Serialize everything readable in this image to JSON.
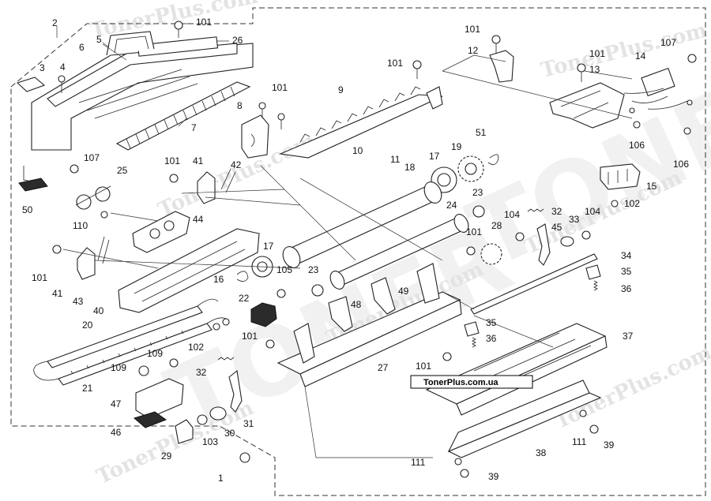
{
  "watermarks": {
    "brand": "TonerPlus.com",
    "big": "TONER"
  },
  "badge": "TonerPlus.com.ua",
  "callouts": [
    {
      "id": "c2",
      "text": "2"
    },
    {
      "id": "c3",
      "text": "3"
    },
    {
      "id": "c4",
      "text": "4"
    },
    {
      "id": "c5",
      "text": "5"
    },
    {
      "id": "c6",
      "text": "6"
    },
    {
      "id": "c101a",
      "text": "101"
    },
    {
      "id": "c26",
      "text": "26"
    },
    {
      "id": "c7",
      "text": "7"
    },
    {
      "id": "c8",
      "text": "8"
    },
    {
      "id": "c101b",
      "text": "101"
    },
    {
      "id": "c9",
      "text": "9"
    },
    {
      "id": "c101c",
      "text": "101"
    },
    {
      "id": "c101d",
      "text": "101"
    },
    {
      "id": "c12",
      "text": "12"
    },
    {
      "id": "c101e",
      "text": "101"
    },
    {
      "id": "c13",
      "text": "13"
    },
    {
      "id": "c14",
      "text": "14"
    },
    {
      "id": "c107a",
      "text": "107"
    },
    {
      "id": "c10",
      "text": "10"
    },
    {
      "id": "c11",
      "text": "11"
    },
    {
      "id": "c18",
      "text": "18"
    },
    {
      "id": "c17a",
      "text": "17"
    },
    {
      "id": "c19",
      "text": "19"
    },
    {
      "id": "c51",
      "text": "51"
    },
    {
      "id": "c106a",
      "text": "106"
    },
    {
      "id": "c106b",
      "text": "106"
    },
    {
      "id": "c15",
      "text": "15"
    },
    {
      "id": "c102a",
      "text": "102"
    },
    {
      "id": "c107b",
      "text": "107"
    },
    {
      "id": "c25",
      "text": "25"
    },
    {
      "id": "c101f",
      "text": "101"
    },
    {
      "id": "c41a",
      "text": "41"
    },
    {
      "id": "c42",
      "text": "42"
    },
    {
      "id": "c50",
      "text": "50"
    },
    {
      "id": "c110",
      "text": "110"
    },
    {
      "id": "c44",
      "text": "44"
    },
    {
      "id": "c23a",
      "text": "23"
    },
    {
      "id": "c24",
      "text": "24"
    },
    {
      "id": "c104a",
      "text": "104"
    },
    {
      "id": "c32a",
      "text": "32"
    },
    {
      "id": "c28",
      "text": "28"
    },
    {
      "id": "c33",
      "text": "33"
    },
    {
      "id": "c104b",
      "text": "104"
    },
    {
      "id": "c45",
      "text": "45"
    },
    {
      "id": "c101g",
      "text": "101"
    },
    {
      "id": "c34",
      "text": "34"
    },
    {
      "id": "c35a",
      "text": "35"
    },
    {
      "id": "c36a",
      "text": "36"
    },
    {
      "id": "c101h",
      "text": "101"
    },
    {
      "id": "c41b",
      "text": "41"
    },
    {
      "id": "c43",
      "text": "43"
    },
    {
      "id": "c40",
      "text": "40"
    },
    {
      "id": "c17b",
      "text": "17"
    },
    {
      "id": "c16",
      "text": "16"
    },
    {
      "id": "c105",
      "text": "105"
    },
    {
      "id": "c23b",
      "text": "23"
    },
    {
      "id": "c49",
      "text": "49"
    },
    {
      "id": "c48",
      "text": "48"
    },
    {
      "id": "c22",
      "text": "22"
    },
    {
      "id": "c20",
      "text": "20"
    },
    {
      "id": "c101i",
      "text": "101"
    },
    {
      "id": "c102b",
      "text": "102"
    },
    {
      "id": "c27",
      "text": "27"
    },
    {
      "id": "c35b",
      "text": "35"
    },
    {
      "id": "c36b",
      "text": "36"
    },
    {
      "id": "c37",
      "text": "37"
    },
    {
      "id": "c101j",
      "text": "101"
    },
    {
      "id": "c109a",
      "text": "109"
    },
    {
      "id": "c109b",
      "text": "109"
    },
    {
      "id": "c32b",
      "text": "32"
    },
    {
      "id": "c21",
      "text": "21"
    },
    {
      "id": "c47",
      "text": "47"
    },
    {
      "id": "c46",
      "text": "46"
    },
    {
      "id": "c103",
      "text": "103"
    },
    {
      "id": "c30",
      "text": "30"
    },
    {
      "id": "c31",
      "text": "31"
    },
    {
      "id": "c29",
      "text": "29"
    },
    {
      "id": "c1",
      "text": "1"
    },
    {
      "id": "c111a",
      "text": "111"
    },
    {
      "id": "c39a",
      "text": "39"
    },
    {
      "id": "c38",
      "text": "38"
    },
    {
      "id": "c111b",
      "text": "111"
    },
    {
      "id": "c39b",
      "text": "39"
    }
  ]
}
